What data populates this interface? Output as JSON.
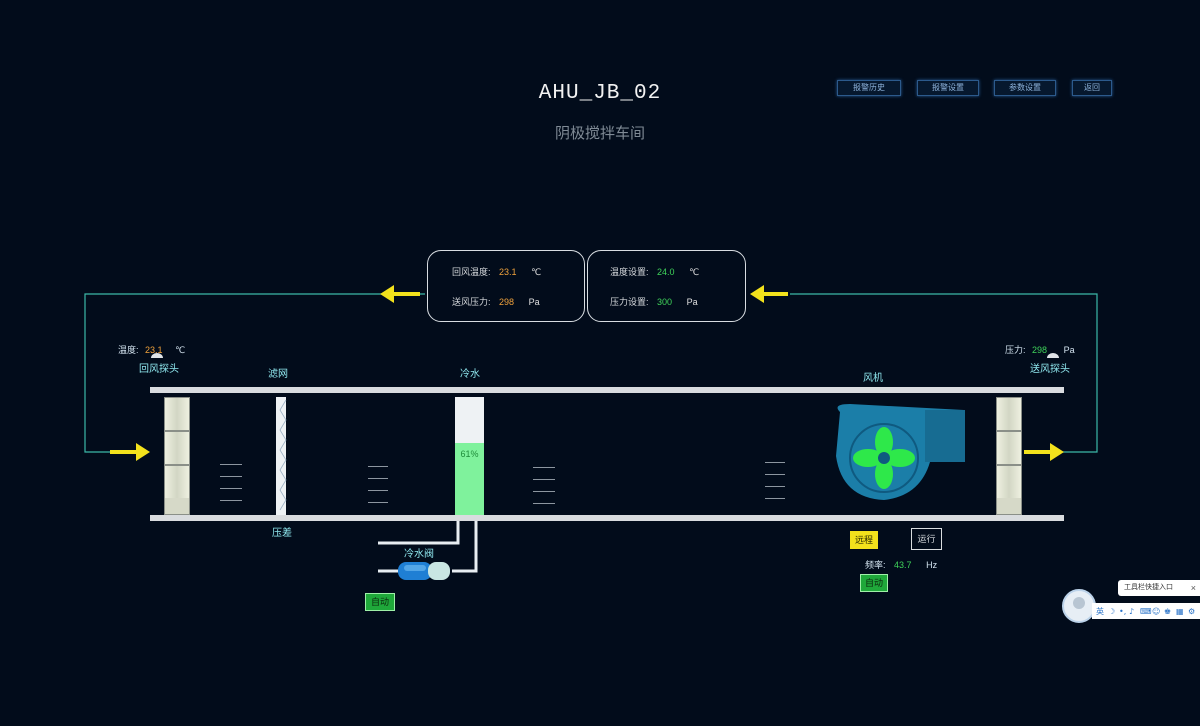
{
  "header": {
    "title": "AHU_JB_02",
    "subtitle": "阴极搅拌车间"
  },
  "toolbar": [
    {
      "label": "报警历史"
    },
    {
      "label": "报警设置"
    },
    {
      "label": "参数设置"
    },
    {
      "label": "返回"
    }
  ],
  "panel_left": {
    "return_temp_label": "回风温度:",
    "return_temp_value": "23.1",
    "return_temp_unit": "℃",
    "supply_pressure_label": "送风压力:",
    "supply_pressure_value": "298",
    "supply_pressure_unit": "Pa"
  },
  "panel_right": {
    "temp_setting_label": "温度设置:",
    "temp_setting_value": "24.0",
    "temp_setting_unit": "℃",
    "pressure_setting_label": "压力设置:",
    "pressure_setting_value": "300",
    "pressure_setting_unit": "Pa"
  },
  "left_sensor": {
    "label": "温度:",
    "value": "23.1",
    "unit": "℃",
    "name": "回风探头"
  },
  "right_sensor": {
    "label": "压力:",
    "value": "298",
    "unit": "Pa",
    "name": "送风探头"
  },
  "components": {
    "filter": "滤网",
    "filter_pressure": "压差",
    "cooling": "冷水",
    "fan": "风机",
    "valve": "冷水阀"
  },
  "cooling_valve": {
    "percent": 61,
    "percent_label": "61%",
    "mode": "自动"
  },
  "fan": {
    "control": "远程",
    "status": "运行",
    "freq_label": "频率:",
    "freq_value": "43.7",
    "freq_unit": "Hz",
    "mode": "自动"
  },
  "widget": {
    "label": "工具栏快捷入口",
    "close": "×"
  },
  "colors": {
    "background": "#020c1b",
    "duct_line": "#3cb8a8",
    "arrow": "#f3e21c",
    "valve_fill": "#7ff29c",
    "fan_housing": "#1b7ea8",
    "fan_blade": "#2ee84a",
    "value_orange": "#f0a23c",
    "value_green": "#3fd35a"
  }
}
